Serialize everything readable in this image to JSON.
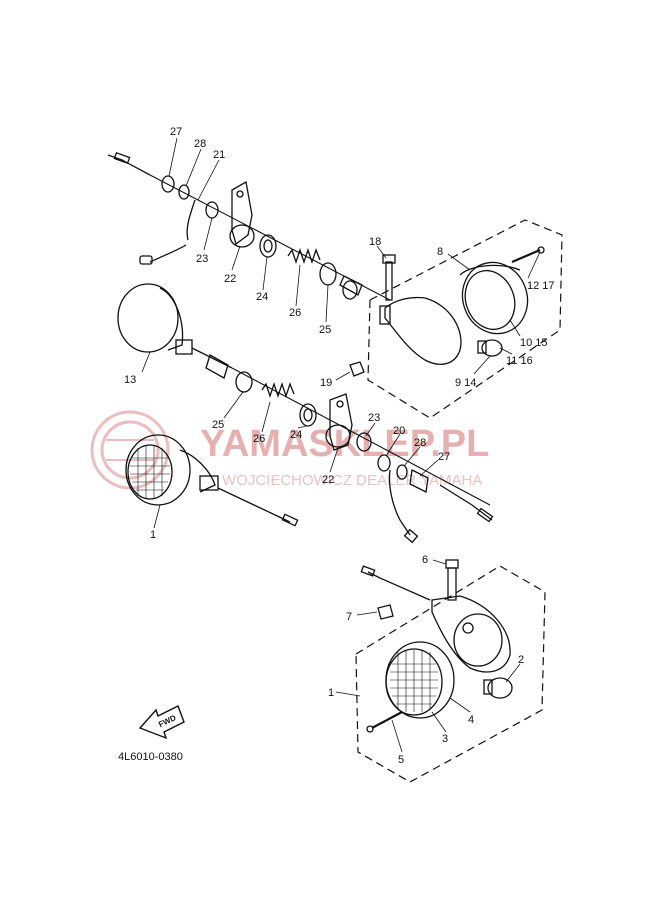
{
  "diagram": {
    "part_code": "4L6010-0380",
    "fwd_label": "FWD",
    "watermark": {
      "text": "YAMASKLEP.PL",
      "subtext": "WOJCIECHOWICZ DEALER YAMAHA"
    },
    "callouts": [
      {
        "id": "c27a",
        "label": "27"
      },
      {
        "id": "c28a",
        "label": "28"
      },
      {
        "id": "c21",
        "label": "21"
      },
      {
        "id": "c23a",
        "label": "23"
      },
      {
        "id": "c22a",
        "label": "22"
      },
      {
        "id": "c24a",
        "label": "24"
      },
      {
        "id": "c26a",
        "label": "26"
      },
      {
        "id": "c25a",
        "label": "25"
      },
      {
        "id": "c18",
        "label": "18"
      },
      {
        "id": "c8",
        "label": "8"
      },
      {
        "id": "c1217",
        "label": "12 17"
      },
      {
        "id": "c1015",
        "label": "10 15"
      },
      {
        "id": "c1116",
        "label": "11 16"
      },
      {
        "id": "c914",
        "label": "9 14"
      },
      {
        "id": "c19",
        "label": "19"
      },
      {
        "id": "c13",
        "label": "13"
      },
      {
        "id": "c25b",
        "label": "25"
      },
      {
        "id": "c26b",
        "label": "26"
      },
      {
        "id": "c24b",
        "label": "24"
      },
      {
        "id": "c22b",
        "label": "22"
      },
      {
        "id": "c23b",
        "label": "23"
      },
      {
        "id": "c20",
        "label": "20"
      },
      {
        "id": "c28b",
        "label": "28"
      },
      {
        "id": "c27b",
        "label": "27"
      },
      {
        "id": "c1a",
        "label": "1"
      },
      {
        "id": "c6",
        "label": "6"
      },
      {
        "id": "c7",
        "label": "7"
      },
      {
        "id": "c2",
        "label": "2"
      },
      {
        "id": "c1b",
        "label": "1"
      },
      {
        "id": "c4",
        "label": "4"
      },
      {
        "id": "c3",
        "label": "3"
      },
      {
        "id": "c5",
        "label": "5"
      }
    ]
  }
}
